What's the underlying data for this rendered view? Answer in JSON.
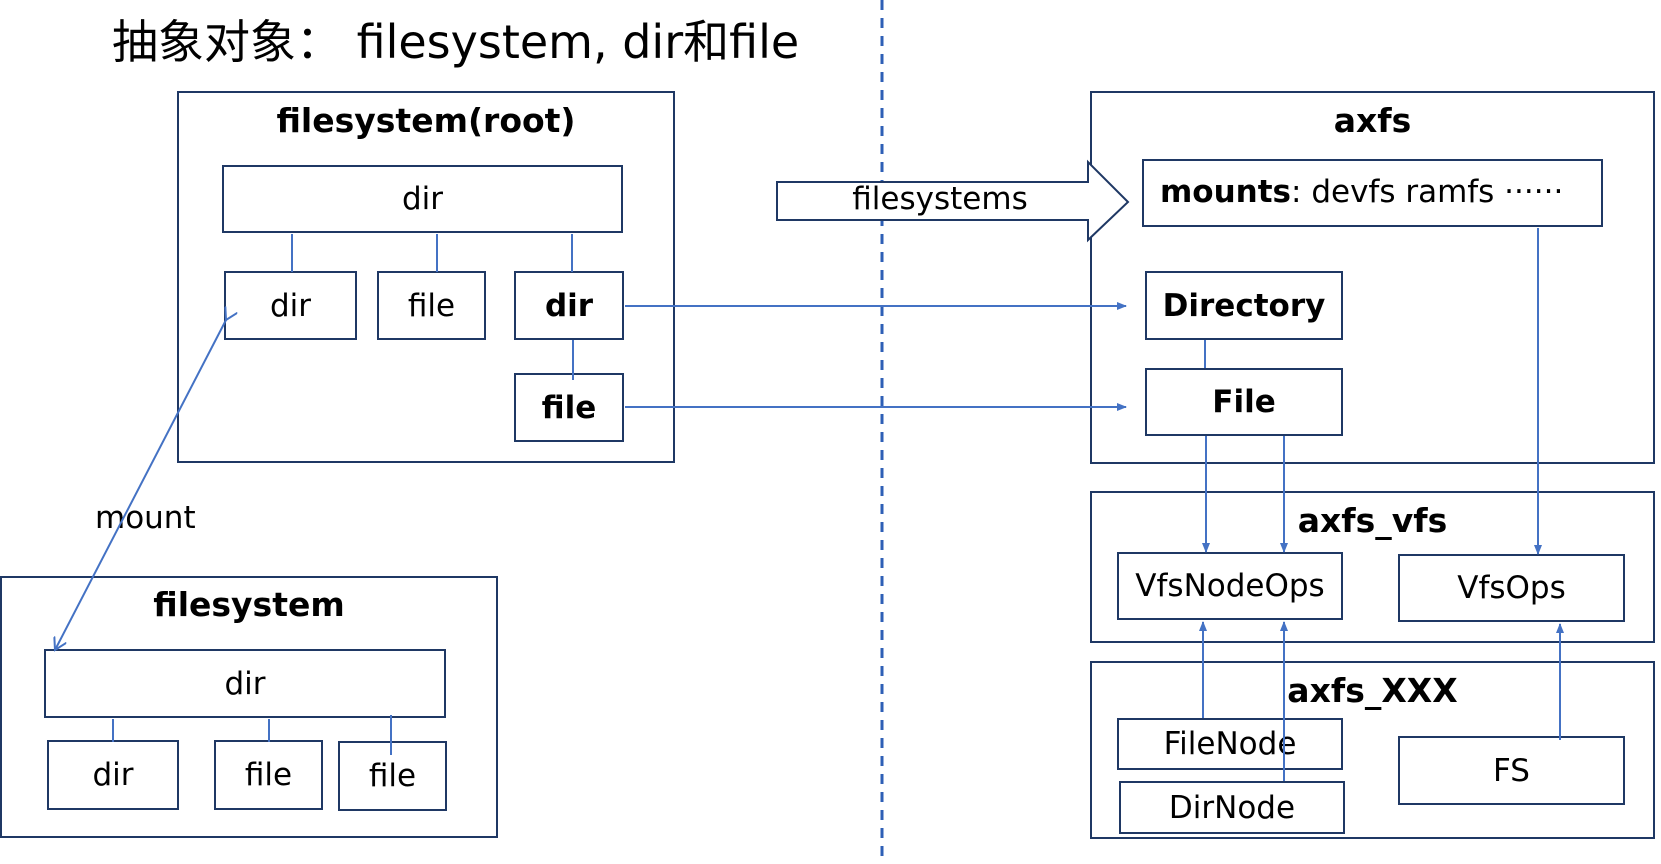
{
  "title": "抽象对象： filesystem, dir和file",
  "left": {
    "root": {
      "title": "filesystem(root)",
      "top_dir": "dir",
      "children": [
        "dir",
        "file",
        "dir"
      ],
      "sub_file": "file"
    },
    "mount_label": "mount",
    "mounted": {
      "title": "filesystem",
      "top_dir": "dir",
      "children": [
        "dir",
        "file",
        "file"
      ]
    }
  },
  "arrow_label": "filesystems",
  "right": {
    "axfs": {
      "title": "axfs",
      "mounts_key": "mounts",
      "mounts_value": ": devfs ramfs ······",
      "directory": "Directory",
      "file": "File"
    },
    "axfs_vfs": {
      "title": "axfs_vfs",
      "node_ops": "VfsNodeOps",
      "ops": "VfsOps"
    },
    "axfs_xxx": {
      "title": "axfs_XXX",
      "file_node": "FileNode",
      "dir_node": "DirNode",
      "fs": "FS"
    }
  },
  "colors": {
    "border": "#1f3864",
    "connector": "#4472c4",
    "divider": "#2e5fb6"
  }
}
